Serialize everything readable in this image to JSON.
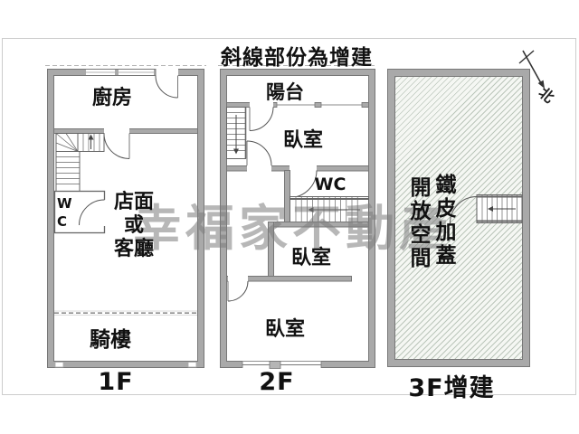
{
  "title": "斜線部份為增建",
  "watermark": "幸福家不動產",
  "compass": {
    "north_label": "北"
  },
  "floors": {
    "f1": {
      "label": "1F",
      "rooms": {
        "kitchen": "廚房",
        "wc": "WC",
        "shop_line1": "店面",
        "shop_line2": "或",
        "shop_line3": "客廳",
        "arcade": "騎樓"
      }
    },
    "f2": {
      "label": "2F",
      "rooms": {
        "balcony": "陽台",
        "bedroom_top": "臥室",
        "wc": "WC",
        "bedroom_middle": "臥室",
        "bedroom_bottom": "臥室"
      }
    },
    "f3": {
      "label": "3F增建",
      "rooms": {
        "open_space": "開放空間",
        "metal_cover": "鐵皮加蓋"
      }
    }
  },
  "colors": {
    "wall_fill": "#a9a9a9",
    "wall_outline": "#777777",
    "thin_line": "#555555",
    "hatch_line": "#8c9e8c",
    "watermark": "#7d7d7d",
    "text": "#111111",
    "frame": "#cccccc"
  }
}
